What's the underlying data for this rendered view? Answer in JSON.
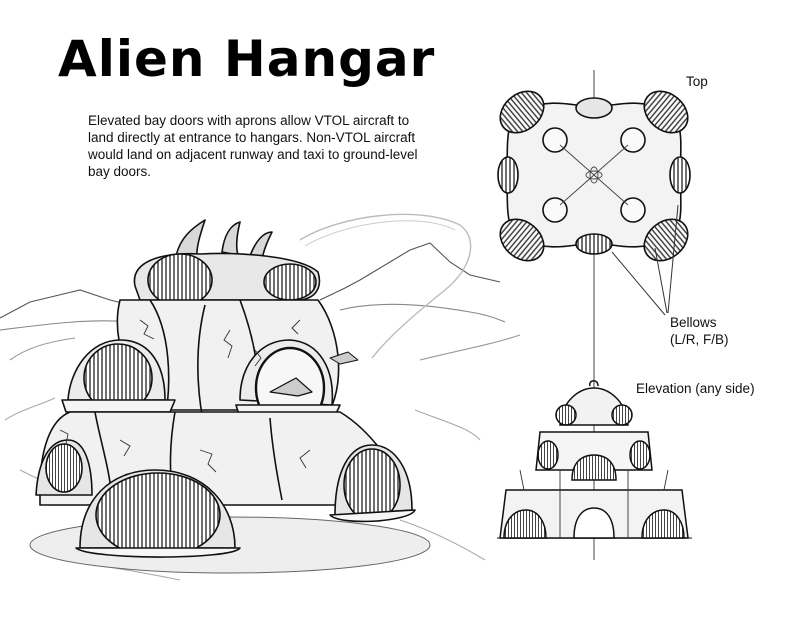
{
  "title": "Alien Hangar",
  "description": "Elevated bay doors with aprons allow VTOL aircraft to land directly at entrance to hangars. Non-VTOL aircraft would land on adjacent runway and taxi to ground-level bay doors.",
  "labels": {
    "top": "Top",
    "bellows_line1": "Bellows",
    "bellows_line2": "(L/R, F/B)",
    "elevation": "Elevation (any side)"
  }
}
